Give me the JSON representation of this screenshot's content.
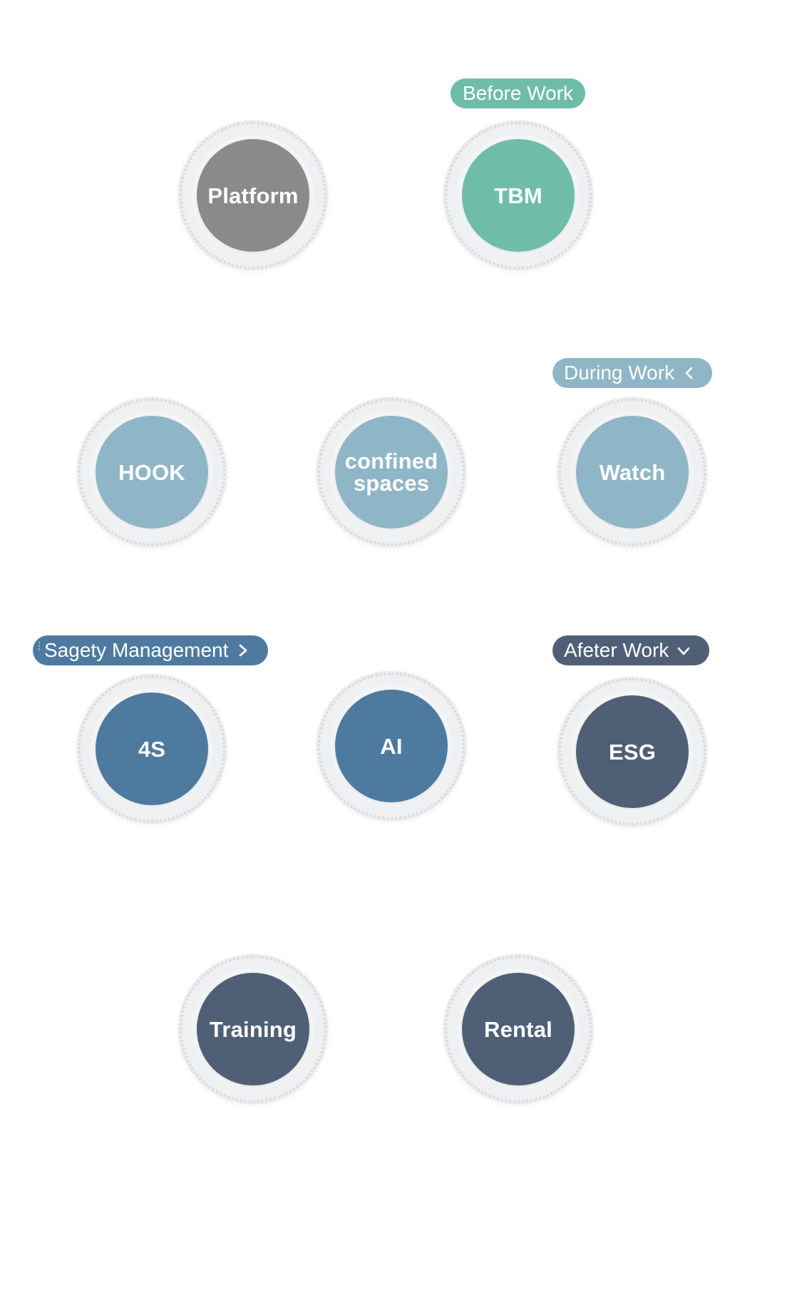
{
  "colors": {
    "gray": "#8a8a8a",
    "teal": "#6fbda9",
    "light_blue": "#8fb6c6",
    "mid_blue": "#4e7a9f",
    "slate": "#4f6076",
    "pill_before": "#6fbda9",
    "pill_during": "#8fb6c6",
    "pill_safety": "#4e7a9f",
    "pill_after": "#4f6076"
  },
  "sections": {
    "before_work": {
      "label": "Before Work"
    },
    "during_work": {
      "label": "During Work",
      "icon": "chevron-left-icon"
    },
    "safety_management": {
      "label": "Sagety Management",
      "icon": "chevron-right-icon"
    },
    "after_work": {
      "label": "Afeter Work",
      "icon": "chevron-down-icon"
    }
  },
  "nodes": {
    "platform": "Platform",
    "tbm": "TBM",
    "hook": "HOOK",
    "confined_spaces": "confined\nspaces",
    "watch": "Watch",
    "four_s": "4S",
    "ai": "AI",
    "esg": "ESG",
    "training": "Training",
    "rental": "Rental"
  }
}
